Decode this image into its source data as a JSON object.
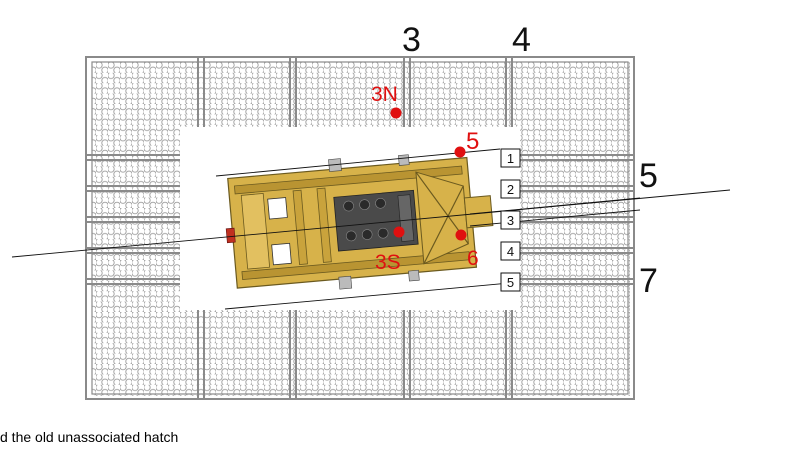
{
  "column_labels": [
    "3",
    "4"
  ],
  "side_labels": [
    "5",
    "7"
  ],
  "points": [
    {
      "label": "3N"
    },
    {
      "label": "5"
    },
    {
      "label": "3S"
    },
    {
      "label": "6"
    }
  ],
  "slot_numbers": [
    "1",
    "2",
    "3",
    "4",
    "5"
  ],
  "caption": "d the old unassociated hatch",
  "colors": {
    "frame": "#8a8a8a",
    "mesh": "#9a9a9a",
    "vehicle": "#c8a43a",
    "vehicle_dark": "#6b5a1f",
    "marker": "#e01010",
    "marker_text": "#e01010"
  }
}
